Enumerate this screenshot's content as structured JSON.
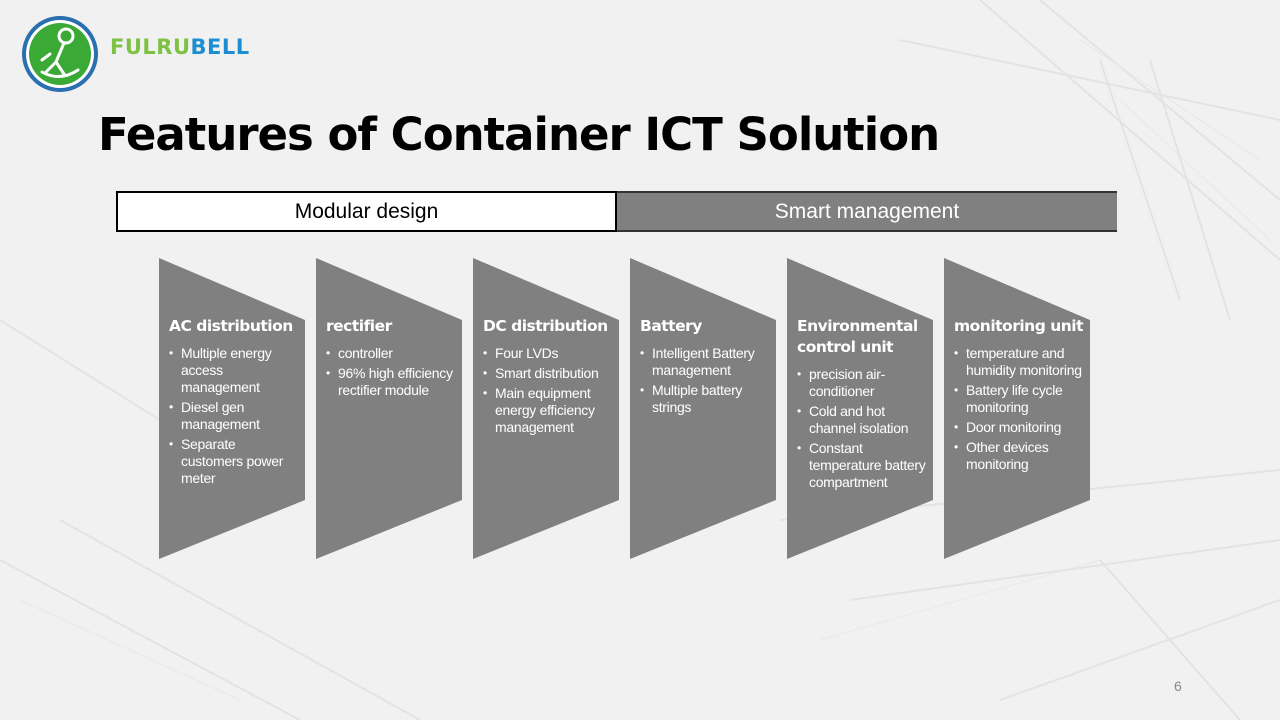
{
  "brand": {
    "part1": "FULRU",
    "part2": "BELL"
  },
  "slide": {
    "title": "Features of Container ICT Solution",
    "page_number": "6"
  },
  "categories": {
    "modular": "Modular design",
    "smart": "Smart management"
  },
  "panels": [
    {
      "title": "AC distribution",
      "items": [
        "Multiple energy access management",
        "Diesel gen management",
        "Separate customers power meter"
      ]
    },
    {
      "title": "rectifier",
      "items": [
        "controller",
        "96% high efficiency rectifier module"
      ]
    },
    {
      "title": "DC distribution",
      "items": [
        "Four LVDs",
        "Smart distribution",
        "Main equipment energy efficiency management"
      ]
    },
    {
      "title": "Battery",
      "items": [
        "Intelligent Battery management",
        "Multiple battery strings"
      ]
    },
    {
      "title": "Environmental control unit",
      "items": [
        "precision air-conditioner",
        "Cold and hot channel isolation",
        "Constant temperature battery compartment"
      ]
    },
    {
      "title": "monitoring unit",
      "items": [
        "temperature and humidity monitoring",
        "Battery life cycle monitoring",
        "Door monitoring",
        "Other devices monitoring"
      ]
    }
  ],
  "colors": {
    "panel": "#808080",
    "brand_green": "#7dc242",
    "brand_blue": "#1d8fd1",
    "logo_ring": "#2a6fb0",
    "logo_fill": "#3aa935"
  }
}
